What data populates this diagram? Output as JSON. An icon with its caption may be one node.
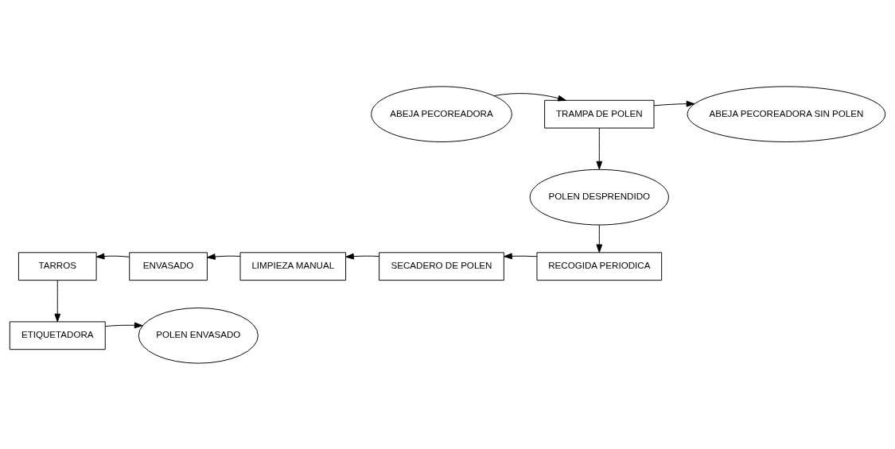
{
  "diagram": {
    "nodes": [
      {
        "text": [
          "ABEJA PECOREADORA"
        ]
      },
      {
        "text": [
          "TRAMPA DE POLEN"
        ]
      },
      {
        "text": [
          "ABEJA PECOREADORA SIN POLEN"
        ]
      },
      {
        "text": [
          "POLEN DESPRENDIDO"
        ]
      },
      {
        "text": [
          "RECOGIDA PERIODICA"
        ]
      },
      {
        "text": [
          "SECADERO DE POLEN"
        ]
      },
      {
        "text": [
          "LIMPIEZA MANUAL"
        ]
      },
      {
        "text": [
          "ENVASADO"
        ]
      },
      {
        "text": [
          "TARROS"
        ]
      },
      {
        "text": [
          "ETIQUETADORA"
        ]
      },
      {
        "text": [
          "POLEN ENVASADO"
        ]
      }
    ],
    "edges": [
      {
        "from": 0,
        "to": 1,
        "arrow": "to"
      },
      {
        "from": 1,
        "to": 2,
        "arrow": "to"
      },
      {
        "from": 1,
        "to": 3,
        "arrow": "to"
      },
      {
        "from": 3,
        "to": 4,
        "arrow": "to"
      },
      {
        "from": 4,
        "to": 5,
        "arrow": "to"
      },
      {
        "from": 5,
        "to": 6,
        "arrow": "to"
      },
      {
        "from": 6,
        "to": 7,
        "arrow": "to"
      },
      {
        "from": 7,
        "to": 8,
        "arrow": "to"
      },
      {
        "from": 8,
        "to": 9,
        "arrow": "to"
      },
      {
        "from": 9,
        "to": 10,
        "arrow": "to"
      }
    ]
  }
}
